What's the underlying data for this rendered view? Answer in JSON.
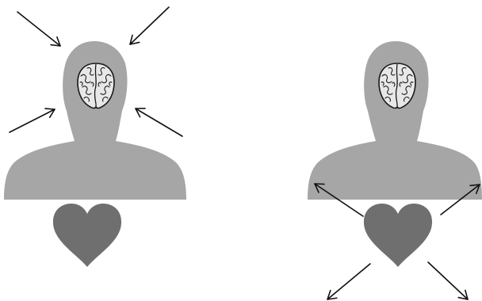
{
  "figures": [
    {
      "id": "left",
      "brain_icon": "brain-icon",
      "heart_icon": "heart-icon",
      "arrow_direction": "inward-to-head",
      "arrow_count": 4
    },
    {
      "id": "right",
      "brain_icon": "brain-icon",
      "heart_icon": "heart-icon",
      "arrow_direction": "outward-from-heart",
      "arrow_count": 4
    }
  ],
  "colors": {
    "background": "#ffffff",
    "silhouette": "#a6a6a6",
    "heart": "#6f6f6f",
    "brain_fill": "#e8e8e8",
    "brain_line": "#1a1a1a",
    "arrow": "#111111"
  }
}
